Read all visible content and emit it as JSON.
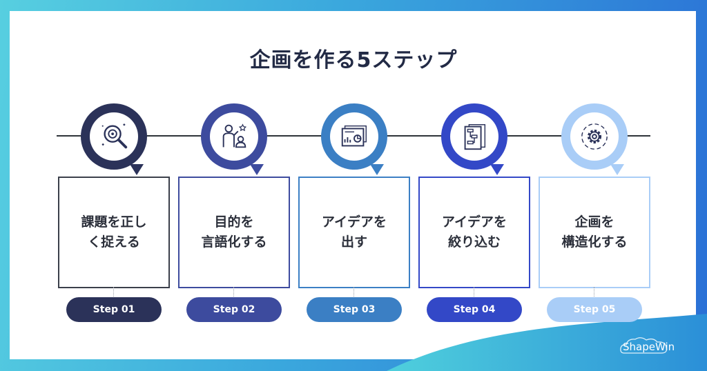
{
  "title": "企画を作る5ステップ",
  "brand": "ShapeWin",
  "steps": [
    {
      "label": "課題を正し\nく捉える",
      "badge": "Step 01",
      "color": "#2b3259",
      "icon": "magnifier-analysis-icon"
    },
    {
      "label": "目的を\n言語化する",
      "badge": "Step 02",
      "color": "#3d4b9e",
      "icon": "person-goal-icon"
    },
    {
      "label": "アイデアを\n出す",
      "badge": "Step 03",
      "color": "#3b7fc4",
      "icon": "presentation-icon"
    },
    {
      "label": "アイデアを\n絞り込む",
      "badge": "Step 04",
      "color": "#3348c7",
      "icon": "flowchart-document-icon"
    },
    {
      "label": "企画を\n構造化する",
      "badge": "Step 05",
      "color": "#a9cdf7",
      "icon": "gear-icon"
    }
  ]
}
